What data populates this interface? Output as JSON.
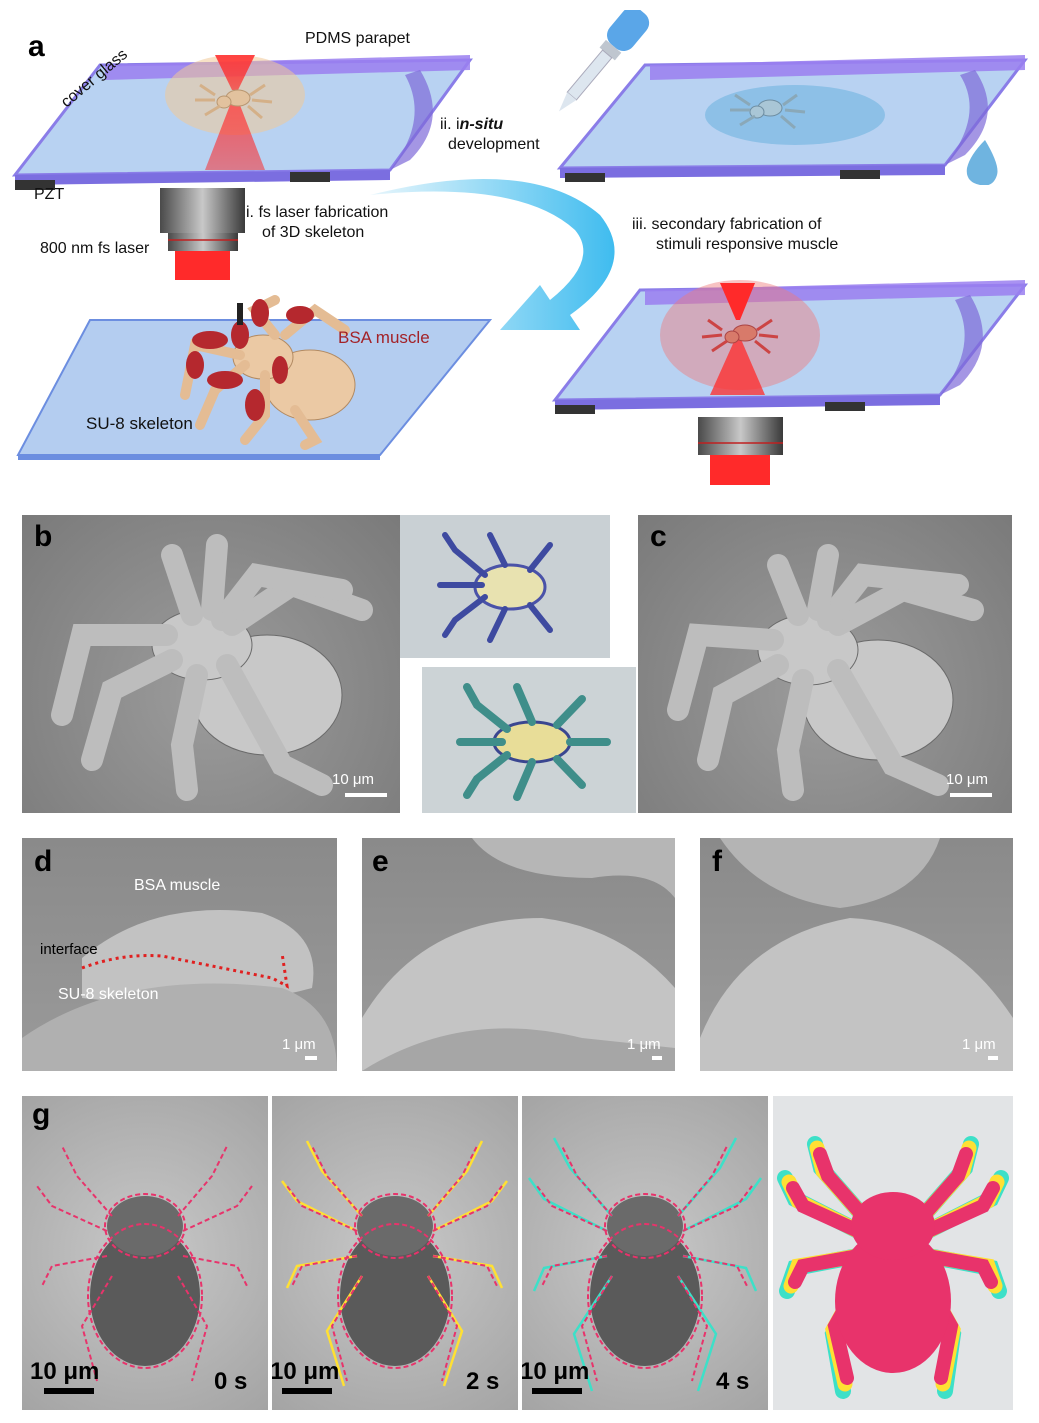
{
  "panel_a": {
    "letter": "a",
    "pdms_parapet": "PDMS parapet",
    "cover_glass": "cover glass",
    "pzt": "PZT",
    "step_i_line1": "i. fs laser fabrication",
    "step_i_line2": "of 3D skeleton",
    "laser": "800 nm fs laser",
    "step_ii_prefix": "ii. i",
    "step_ii_italic": "n-situ",
    "step_ii_line2": "development",
    "step_iii_line1": "iii. secondary fabrication of",
    "step_iii_line2": "stimuli responsive muscle",
    "bsa_muscle": "BSA muscle",
    "su8_skeleton": "SU-8 skeleton"
  },
  "panel_b": {
    "letter": "b",
    "scale": "10 μm"
  },
  "panel_c": {
    "letter": "c",
    "scale": "10 μm"
  },
  "panel_d": {
    "letter": "d",
    "bsa_muscle": "BSA muscle",
    "interface": "interface",
    "su8_skeleton": "SU-8 skeleton",
    "scale": "1 μm"
  },
  "panel_e": {
    "letter": "e",
    "scale": "1 μm"
  },
  "panel_f": {
    "letter": "f",
    "scale": "1 μm"
  },
  "panel_g": {
    "letter": "g",
    "frames": [
      {
        "scale": "10 μm",
        "time": "0 s"
      },
      {
        "scale": "10 μm",
        "time": "2 s"
      },
      {
        "scale": "10 μm",
        "time": "4 s"
      }
    ]
  },
  "colors": {
    "laser_red": "#e8202a",
    "arrow_blue": "#4fc3f0",
    "muscle_red": "#b5282e",
    "skeleton_tan": "#e8c9a8",
    "glass_blue": "#aecdf0",
    "parapet_purple": "#8a6ee8",
    "overlay_magenta": "#e8336b",
    "overlay_yellow": "#ffe033",
    "overlay_cyan": "#3de0c8"
  }
}
